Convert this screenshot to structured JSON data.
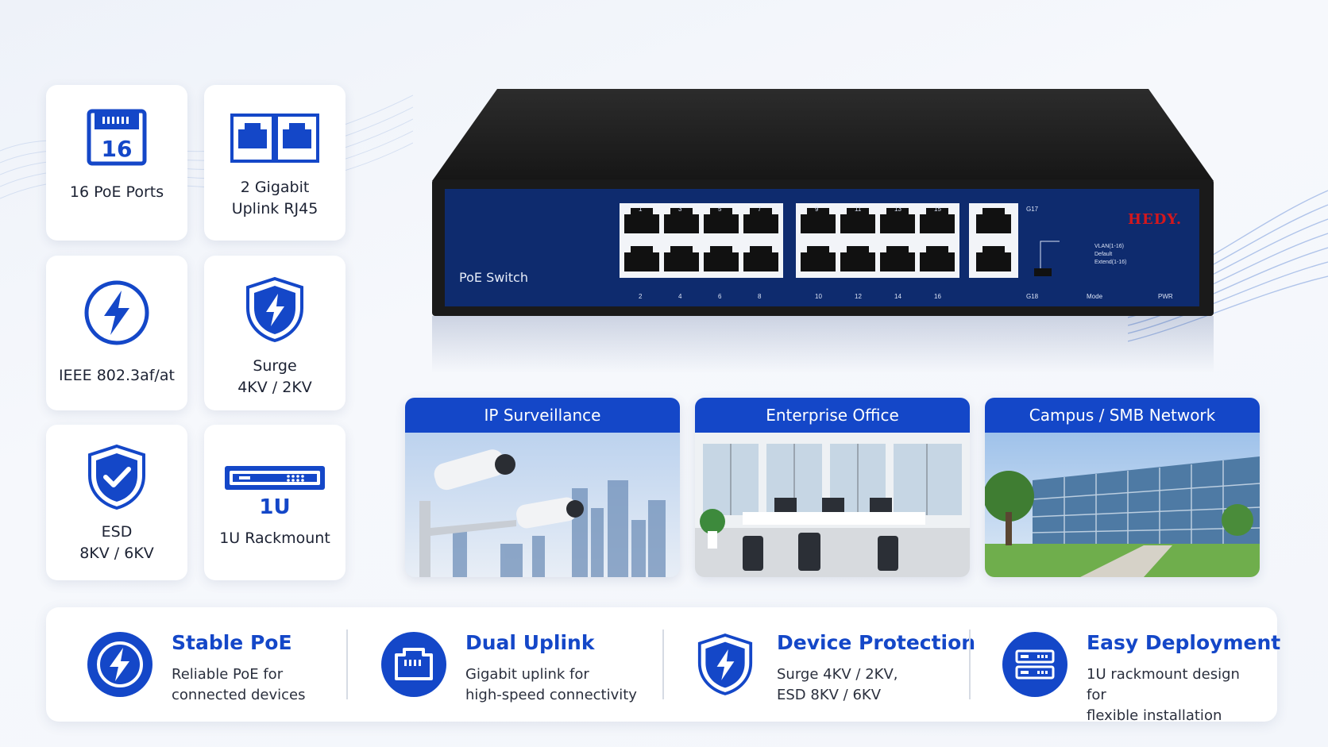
{
  "colors": {
    "accent": "#1447c8",
    "switch_panel": "#0e2b6e",
    "switch_body": "#1f1f1f",
    "brand_red": "#d4171c"
  },
  "tiles": [
    {
      "icon": "rj45-port-icon",
      "badge": "16",
      "label": "16 PoE Ports"
    },
    {
      "icon": "dual-rj45-icon",
      "label": "2 Gigabit\nUplink RJ45"
    },
    {
      "icon": "lightning-circle-icon",
      "label": "IEEE 802.3af/at"
    },
    {
      "icon": "shield-lightning-icon",
      "label": "Surge\n4KV / 2KV"
    },
    {
      "icon": "shield-check-icon",
      "label": "ESD\n8KV / 6KV"
    },
    {
      "icon": "rack-unit-icon",
      "badge": "1U",
      "label": "1U Rackmount"
    }
  ],
  "switch": {
    "panel_label": "PoE Switch",
    "brand": "HEDY.",
    "top_port_numbers": [
      "1",
      "3",
      "5",
      "7",
      "9",
      "11",
      "13",
      "15"
    ],
    "bottom_port_numbers": [
      "2",
      "4",
      "6",
      "8",
      "10",
      "12",
      "14",
      "16"
    ],
    "uplink_top": "G17",
    "uplink_bottom": "G18",
    "mode_options": [
      "VLAN(1-16)",
      "Default",
      "Extend(1-16)"
    ],
    "mode_label": "Mode",
    "pwr_label": "PWR"
  },
  "applications": [
    {
      "title": "IP Surveillance",
      "image": "cctv-cameras-city-photo"
    },
    {
      "title": "Enterprise Office",
      "image": "open-office-photo"
    },
    {
      "title": "Campus / SMB Network",
      "image": "glass-building-campus-photo"
    }
  ],
  "features": [
    {
      "icon": "lightning-icon",
      "title": "Stable PoE",
      "desc": "Reliable PoE for\nconnected devices"
    },
    {
      "icon": "ethernet-port-icon",
      "title": "Dual Uplink",
      "desc": "Gigabit uplink for\nhigh-speed connectivity"
    },
    {
      "icon": "shield-lightning-icon",
      "title": "Device Protection",
      "desc": "Surge 4KV / 2KV,\nESD 8KV / 6KV"
    },
    {
      "icon": "rack-server-icon",
      "title": "Easy Deployment",
      "desc": "1U rackmount design for\nflexible installation"
    }
  ]
}
